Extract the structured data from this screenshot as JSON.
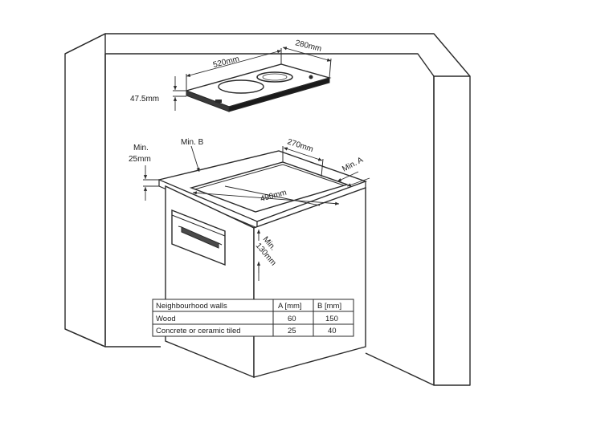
{
  "dimensions": {
    "hob_width": "520mm",
    "hob_depth": "280mm",
    "hob_height": "47.5mm",
    "cutout_width": "490mm",
    "cutout_depth": "270mm",
    "min_a": "Min. A",
    "min_b": "Min. B",
    "min_25_line1": "Min.",
    "min_25_line2": "25mm",
    "min_130_line1": "Min.",
    "min_130_line2": "130mm"
  },
  "clearance_table": {
    "headers": [
      "Neighbourhood walls",
      "A [mm]",
      "B [mm]"
    ],
    "rows": [
      [
        "Wood",
        "60",
        "150"
      ],
      [
        "Concrete or ceramic tiled",
        "25",
        "40"
      ]
    ]
  }
}
